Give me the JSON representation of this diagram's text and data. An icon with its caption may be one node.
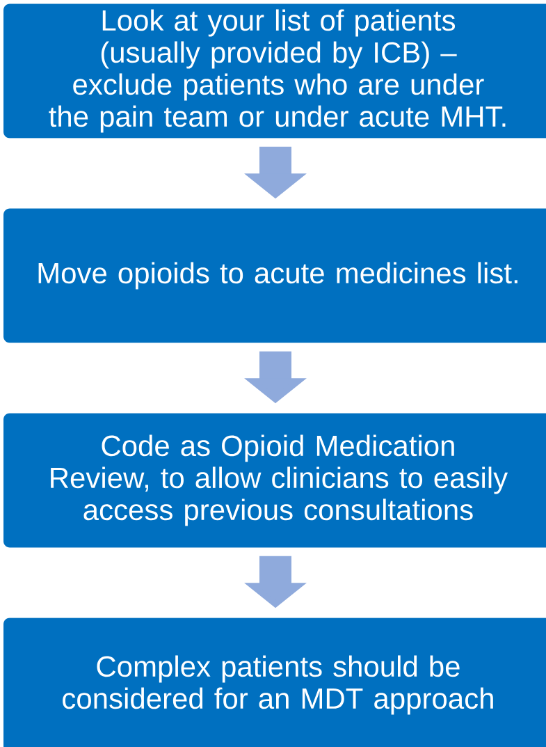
{
  "diagram": {
    "nodes": [
      {
        "text": [
          "Look at your list of patients (usually provided by ICB) – exclude patients who are under the pain team or under acute MHT."
        ]
      },
      {
        "text": [
          "Move opioids to acute medicines list."
        ]
      },
      {
        "text": [
          "Code as Opioid Medication Review, to allow clinicians to easily access previous consultations"
        ]
      },
      {
        "text": [
          "Complex patients should be considered for an MDT approach"
        ]
      }
    ],
    "edges": [
      {
        "from": 0,
        "to": 1,
        "arrow": "to"
      },
      {
        "from": 1,
        "to": 2,
        "arrow": "to"
      },
      {
        "from": 2,
        "to": 3,
        "arrow": "to"
      }
    ]
  }
}
